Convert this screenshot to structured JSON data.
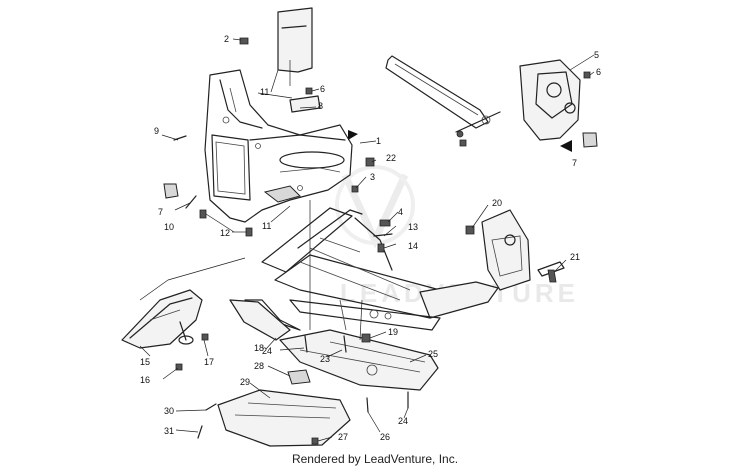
{
  "footer": {
    "credit": "Rendered by LeadVenture, Inc."
  },
  "watermark": {
    "text": "LEADVENTURE"
  },
  "callouts": [
    "1",
    "2",
    "3",
    "4",
    "5",
    "6",
    "7",
    "8",
    "9",
    "10",
    "11",
    "12",
    "13",
    "14",
    "15",
    "16",
    "17",
    "18",
    "19",
    "20",
    "21",
    "22",
    "23",
    "24",
    "25",
    "26",
    "27",
    "28",
    "29",
    "30",
    "31"
  ]
}
